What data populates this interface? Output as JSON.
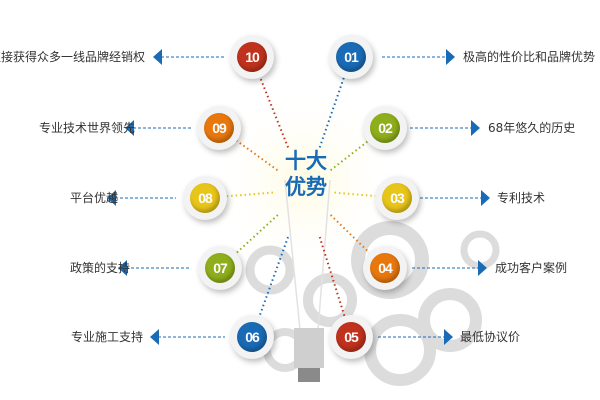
{
  "title": {
    "line1": "十大",
    "line2": "优势"
  },
  "colors": {
    "blue": "#1a6bb5",
    "green": "#8fae1b",
    "yellow": "#e8c51a",
    "orange": "#e8780e",
    "red": "#c0321d"
  },
  "items": [
    {
      "number": "01",
      "text": "极高的性价比和品牌优势",
      "color": "#1a6bb5",
      "side": "right"
    },
    {
      "number": "02",
      "text": "68年悠久的历史",
      "color": "#8fae1b",
      "side": "right"
    },
    {
      "number": "03",
      "text": "专利技术",
      "color": "#e8c51a",
      "side": "right"
    },
    {
      "number": "04",
      "text": "成功客户案例",
      "color": "#e8780e",
      "side": "right"
    },
    {
      "number": "05",
      "text": "最低协议价",
      "color": "#c0321d",
      "side": "right"
    },
    {
      "number": "06",
      "text": "专业施工支持",
      "color": "#1a6bb5",
      "side": "left"
    },
    {
      "number": "07",
      "text": "政策的支持",
      "color": "#8fae1b",
      "side": "left"
    },
    {
      "number": "08",
      "text": "平台优越",
      "color": "#e8c51a",
      "side": "left"
    },
    {
      "number": "09",
      "text": "专业技术世界领先",
      "color": "#e8780e",
      "side": "left"
    },
    {
      "number": "10",
      "text": "直接获得众多一线品牌经销权",
      "color": "#c0321d",
      "side": "left"
    }
  ]
}
